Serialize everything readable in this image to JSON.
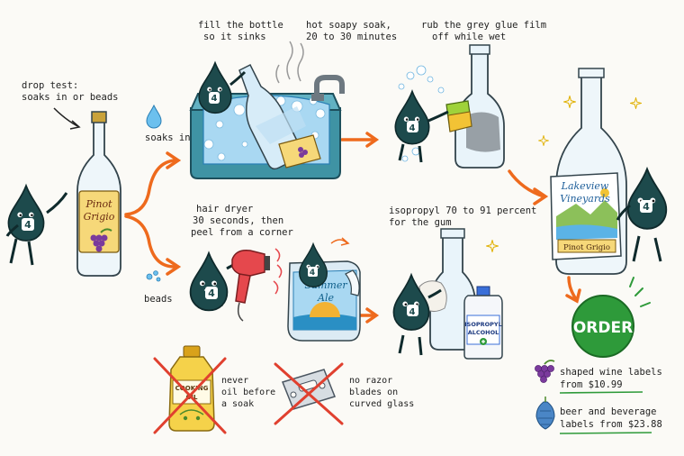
{
  "labels": {
    "drop_test": [
      "drop test:",
      "soaks in or beads"
    ],
    "soaks_in": "soaks in",
    "beads": "beads",
    "fill_bottle": [
      "fill the bottle",
      "so it sinks"
    ],
    "hot_soak": [
      "hot soapy soak,",
      "20 to 30 minutes"
    ],
    "rub_glue": [
      "rub the grey glue film",
      "off while wet"
    ],
    "hair_dryer": [
      "hair dryer",
      "30 seconds, then",
      "peel from a corner"
    ],
    "isopropyl": [
      "isopropyl 70 to 91 percent",
      "for the gum"
    ],
    "never_oil": [
      "never",
      "oil before",
      "a soak"
    ],
    "no_razor": [
      "no razor",
      "blades on",
      "curved glass"
    ]
  },
  "bottle_labels": {
    "wine_start": [
      "Pinot",
      "Grigio"
    ],
    "beer": [
      "Summer",
      "Ale"
    ],
    "alcohol": [
      "ISOPROPYL",
      "ALCOHOL"
    ],
    "oil": [
      "COOKING",
      "OIL"
    ],
    "final_brand": [
      "Lakeview",
      "Vineyards"
    ],
    "final_variety": "Pinot Grigio"
  },
  "mascot_number": "4",
  "order_button": "ORDER",
  "promos": [
    {
      "icon": "grapes-icon",
      "lines": [
        "shaped wine labels",
        "from $10.99"
      ]
    },
    {
      "icon": "hops-icon",
      "lines": [
        "beer and beverage",
        "labels from $23.88"
      ]
    }
  ],
  "colors": {
    "mascot": "#1d4a4c",
    "arrow": "#ee6a1d",
    "order_green": "#2e9a3a",
    "water": "#a9d8f2",
    "sink": "#3f93a4",
    "cross_red": "#e0402f"
  }
}
